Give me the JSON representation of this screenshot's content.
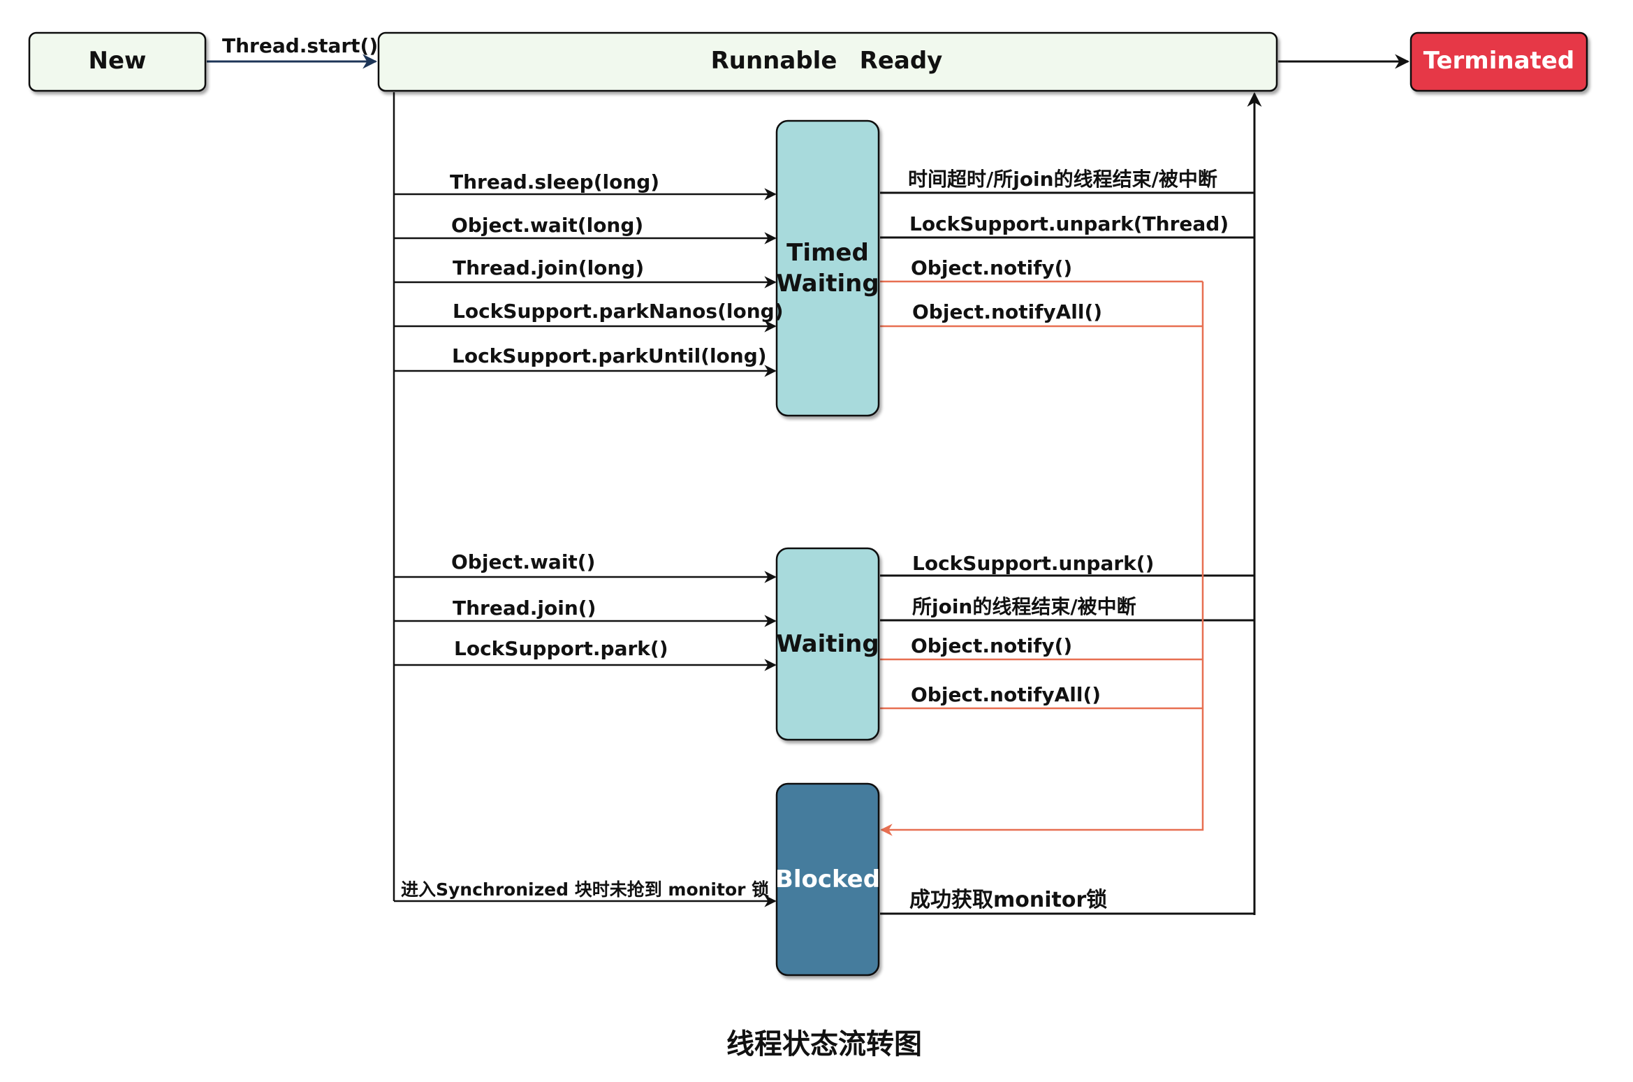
{
  "colors": {
    "state_fill": "#f1f9ee",
    "waiting_fill": "#a8dadc",
    "blocked_fill": "#457b9d",
    "terminated_fill": "#e63946",
    "line_black": "#111111",
    "line_red": "#e76f51",
    "line_navy": "#1d3557"
  },
  "states": {
    "new": "New",
    "runnable": "Runnable",
    "ready": "Ready",
    "terminated": "Terminated",
    "timed_waiting_1": "Timed",
    "timed_waiting_2": "Waiting",
    "waiting": "Waiting",
    "blocked": "Blocked"
  },
  "transitions": {
    "start": "Thread.start()",
    "to_timed": [
      "Thread.sleep(long)",
      "Object.wait(long)",
      "Thread.join(long)",
      "LockSupport.parkNanos(long)",
      "LockSupport.parkUntil(long)"
    ],
    "from_timed": [
      "时间超时/所join的线程结束/被中断",
      "LockSupport.unpark(Thread)",
      "Object.notify()",
      "Object.notifyAll()"
    ],
    "to_waiting": [
      "Object.wait()",
      "Thread.join()",
      "LockSupport.park()"
    ],
    "from_waiting": [
      "LockSupport.unpark()",
      "所join的线程结束/被中断",
      "Object.notify()",
      "Object.notifyAll()"
    ],
    "to_blocked": "进入Synchronized 块时未抢到 monitor 锁",
    "from_blocked": "成功获取monitor锁"
  },
  "caption": "线程状态流转图"
}
